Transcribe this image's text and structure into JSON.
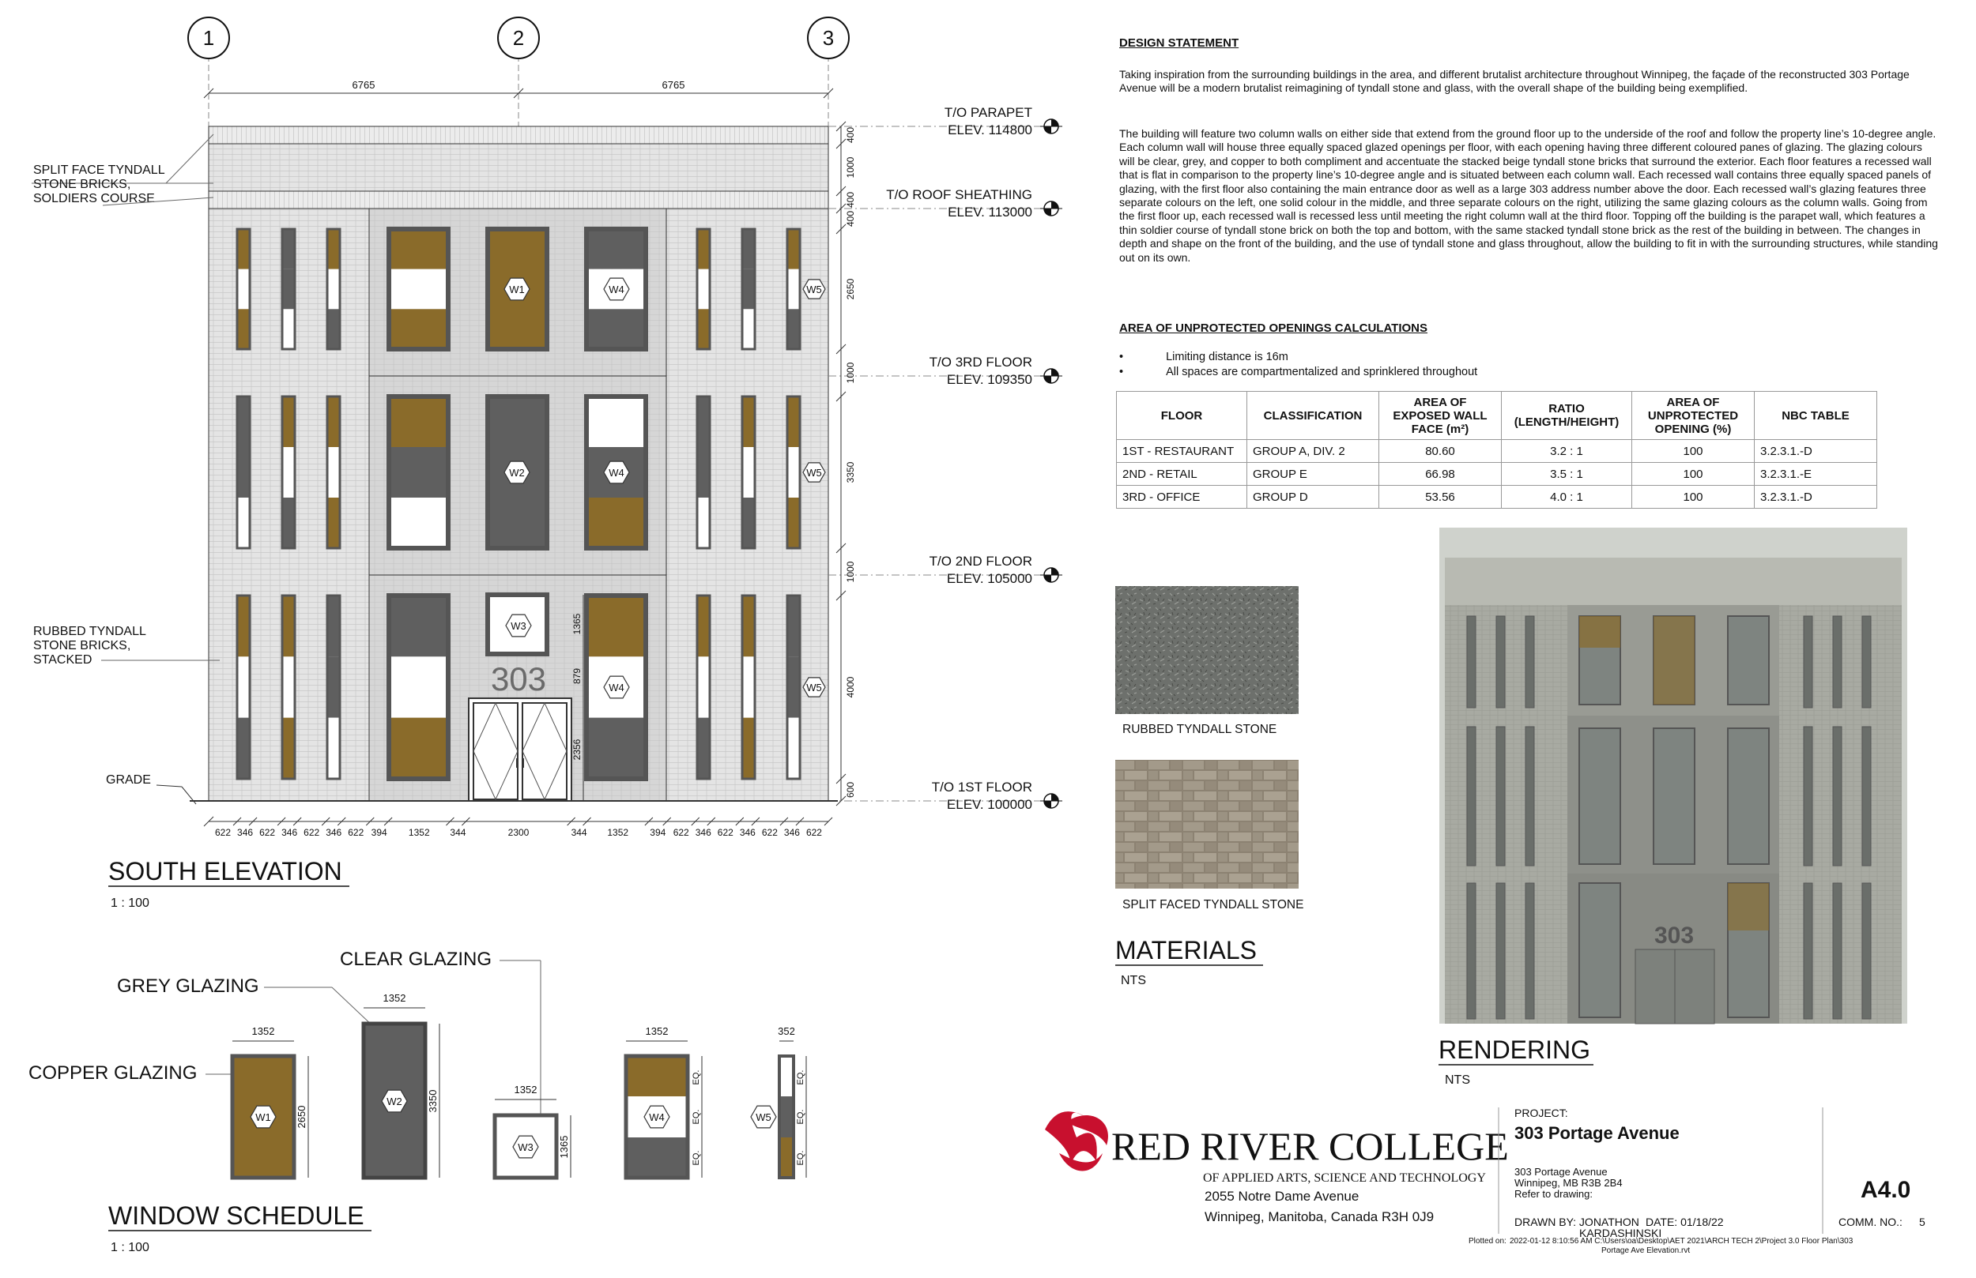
{
  "gridlines": [
    "1",
    "2",
    "3"
  ],
  "top_dims": [
    "6765",
    "6765"
  ],
  "levels": [
    {
      "name": "T/O PARAPET",
      "elev": "ELEV. 114800"
    },
    {
      "name": "T/O ROOF SHEATHING",
      "elev": "ELEV. 113000"
    },
    {
      "name": "T/O 3RD FLOOR",
      "elev": "ELEV. 109350"
    },
    {
      "name": "T/O 2ND FLOOR",
      "elev": "ELEV. 105000"
    },
    {
      "name": "T/O 1ST FLOOR",
      "elev": "ELEV. 100000"
    }
  ],
  "vertical_dims": [
    "400",
    "1000",
    "400",
    "400",
    "2650",
    "1000",
    "3350",
    "1000",
    "4000",
    "600"
  ],
  "door_dims": [
    "1365",
    "879",
    "2356"
  ],
  "bottom_dims": [
    "622",
    "346",
    "622",
    "346",
    "622",
    "346",
    "622",
    "394",
    "1352",
    "344",
    "2300",
    "344",
    "1352",
    "394",
    "622",
    "346",
    "622",
    "346",
    "622",
    "346",
    "622"
  ],
  "labels": {
    "split_face": [
      "SPLIT FACE TYNDALL",
      "STONE BRICKS,",
      "SOLDIERS COURSE"
    ],
    "rubbed": [
      "RUBBED TYNDALL",
      "STONE BRICKS,",
      "STACKED"
    ],
    "grade": "GRADE",
    "address_number": "303"
  },
  "window_tags": {
    "w1": "W1",
    "w2": "W2",
    "w3": "W3",
    "w4": "W4",
    "w5": "W5"
  },
  "south_elevation": {
    "title": "SOUTH ELEVATION",
    "scale": "1 : 100"
  },
  "window_schedule": {
    "title": "WINDOW SCHEDULE",
    "scale": "1 : 100",
    "legend": {
      "clear": "CLEAR GLAZING",
      "grey": "GREY GLAZING",
      "copper": "COPPER GLAZING"
    },
    "dims": {
      "w1_width": "1352",
      "w1_height": "2650",
      "w2_width": "1352",
      "w2_height": "3350",
      "w3_width": "1352",
      "w3_height": "1365",
      "w4_width": "1352",
      "w5_width": "352",
      "eq": "EQ."
    }
  },
  "design_statement": {
    "title": "DESIGN STATEMENT",
    "paragraphs": [
      "Taking inspiration from the surrounding buildings in the area, and different brutalist architecture throughout Winnipeg, the façade of the reconstructed 303 Portage Avenue will be a modern brutalist reimagining of tyndall stone and glass, with the overall shape of the building being exemplified.",
      "The building will feature two column walls on either side that extend from the ground floor up to the underside of the roof and follow the property line’s 10-degree angle. Each column wall will house three equally spaced glazed openings per floor, with each opening having three different coloured panes of glazing. The glazing colours will be clear, grey, and copper to both compliment and accentuate the stacked beige tyndall stone bricks that surround the exterior. Each floor features a recessed wall that is flat in comparison to the property line’s 10-degree angle and is situated between each column wall. Each recessed wall contains three equally spaced panels of glazing, with the first floor also containing the main entrance door as well as a large 303 address number above the door. Each recessed wall’s glazing features three separate colours on the left, one solid colour in the middle, and three separate colours on the right, utilizing the same glazing colours as the column walls. Going from the first floor up, each recessed wall is recessed less until meeting the right column wall at the third floor. Topping off the building is the parapet wall, which features a thin soldier course of tyndall stone brick on both the top and bottom, with the same stacked tyndall stone brick as the rest of the building in between. The changes in depth and shape on the front of the building, and the use of tyndall stone and glass throughout, allow the building to fit in with the surrounding structures, while standing out on its own."
    ]
  },
  "unprotected_openings": {
    "title": "AREA OF UNPROTECTED OPENINGS CALCULATIONS",
    "bullets": [
      "Limiting distance is 16m",
      "All spaces are compartmentalized and sprinklered throughout"
    ],
    "headers": [
      [
        "FLOOR"
      ],
      [
        "CLASSIFICATION"
      ],
      [
        "AREA OF",
        "EXPOSED WALL",
        "FACE (m²)"
      ],
      [
        "RATIO",
        "(LENGTH/HEIGHT)"
      ],
      [
        "AREA OF",
        "UNPROTECTED",
        "OPENING (%)"
      ],
      [
        "NBC TABLE"
      ]
    ],
    "rows": [
      [
        "1ST - RESTAURANT",
        "GROUP A, DIV. 2",
        "80.60",
        "3.2 : 1",
        "100",
        "3.2.3.1.-D"
      ],
      [
        "2ND - RETAIL",
        "GROUP E",
        "66.98",
        "3.5 : 1",
        "100",
        "3.2.3.1.-E"
      ],
      [
        "3RD - OFFICE",
        "GROUP D",
        "53.56",
        "4.0 : 1",
        "100",
        "3.2.3.1.-D"
      ]
    ]
  },
  "materials": {
    "rubbed": "RUBBED TYNDALL STONE",
    "split": "SPLIT FACED TYNDALL STONE",
    "title": "MATERIALS",
    "scale": "NTS"
  },
  "rendering": {
    "title": "RENDERING",
    "scale": "NTS",
    "number": "303"
  },
  "college": {
    "name": "RED RIVER COLLEGE",
    "subtitle": "OF APPLIED ARTS, SCIENCE AND TECHNOLOGY",
    "address1": "2055  Notre Dame Avenue",
    "address2": "Winnipeg, Manitoba, Canada R3H 0J9"
  },
  "title_block": {
    "project_label": "PROJECT:",
    "project_name": "303 Portage Avenue",
    "addr1": "303 Portage Avenue",
    "addr2": "Winnipeg, MB  R3B 2B4",
    "refer": "Refer to drawing:",
    "drawn_by": "DRAWN BY: JONATHON",
    "drawn_by2": "KARDASHINSKI",
    "date": "DATE:  01/18/22",
    "sheet": "A4.0",
    "comm_label": "COMM. NO.:",
    "comm_no": "5",
    "plotted_label": "Plotted on:",
    "plotted": "2022-01-12 8:10:56 AM  C:\\Users\\oa\\Desktop\\AET 2021\\ARCH TECH 2\\Project 3.0 Floor Plan\\303",
    "plotted2": "Portage Ave Elevation.rvt"
  },
  "colors": {
    "stone": "#e2e2e2",
    "recess": "#d4d4d4",
    "copper": "#8a6b2a",
    "grey": "#5f5f5f",
    "clear": "#ffffff",
    "brand": "#c8102e"
  }
}
